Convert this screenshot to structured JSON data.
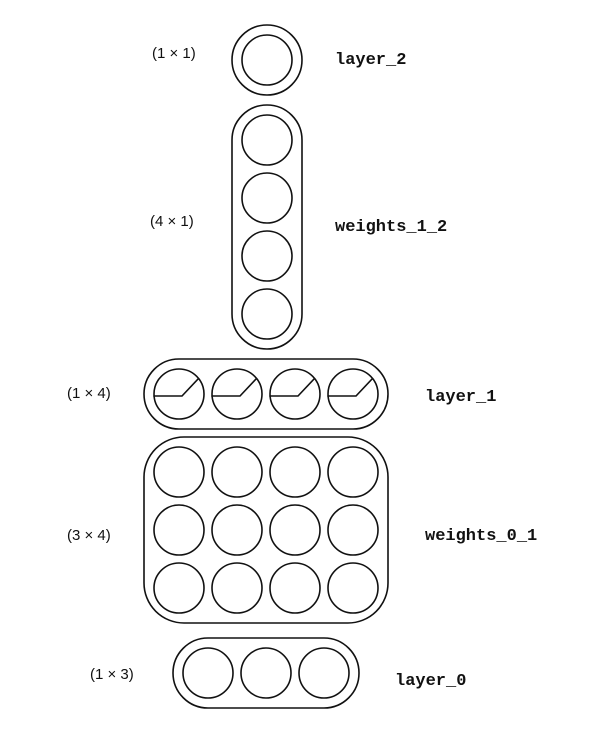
{
  "layers": [
    {
      "id": "layer-2",
      "name": "layer_2",
      "shape": "(1 × 1)",
      "rows": 1,
      "cols": 1,
      "activation": "none"
    },
    {
      "id": "weights-1-2",
      "name": "weights_1_2",
      "shape": "(4 × 1)",
      "rows": 4,
      "cols": 1,
      "activation": "none"
    },
    {
      "id": "layer-1",
      "name": "layer_1",
      "shape": "(1 × 4)",
      "rows": 1,
      "cols": 4,
      "activation": "relu"
    },
    {
      "id": "weights-0-1",
      "name": "weights_0_1",
      "shape": "(3 × 4)",
      "rows": 3,
      "cols": 4,
      "activation": "none"
    },
    {
      "id": "layer-0",
      "name": "layer_0",
      "shape": "(1 × 3)",
      "rows": 1,
      "cols": 3,
      "activation": "none"
    }
  ],
  "colors": {
    "stroke": "#111111",
    "fill": "#ffffff",
    "text": "#111111"
  }
}
